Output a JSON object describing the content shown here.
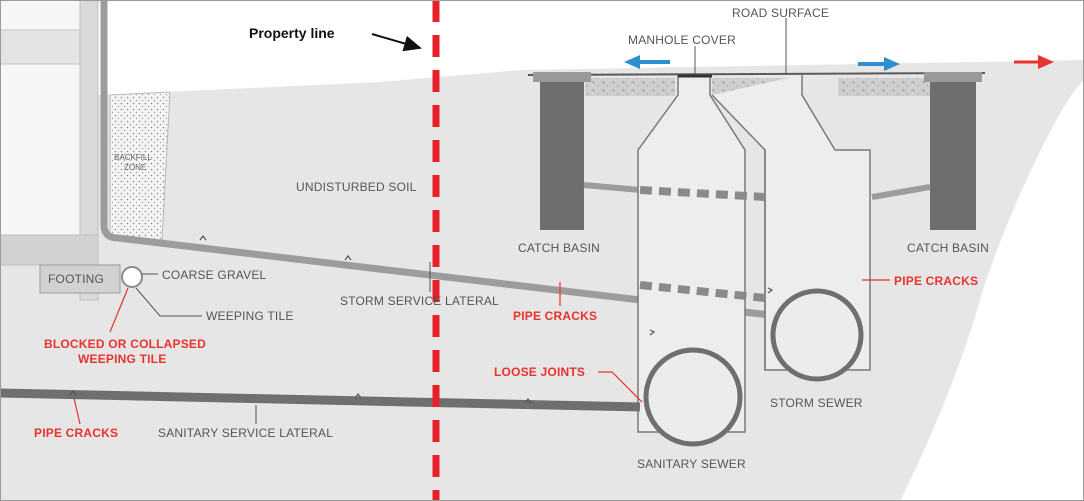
{
  "labels": {
    "property_line": "Property line",
    "road_surface": "ROAD SURFACE",
    "manhole_cover": "MANHOLE COVER",
    "backfill_zone_line1": "BACKFILL",
    "backfill_zone_line2": "ZONE",
    "undisturbed_soil": "UNDISTURBED SOIL",
    "catch_basin_left": "CATCH BASIN",
    "catch_basin_right": "CATCH BASIN",
    "footing": "FOOTING",
    "coarse_gravel": "COARSE GRAVEL",
    "weeping_tile": "WEEPING TILE",
    "storm_service_lateral": "STORM SERVICE LATERAL",
    "pipe_cracks_storm": "PIPE CRACKS",
    "pipe_cracks_right": "PIPE CRACKS",
    "pipe_cracks_sanitary": "PIPE CRACKS",
    "blocked_line1": "BLOCKED OR COLLAPSED",
    "blocked_line2": "WEEPING TILE",
    "loose_joints": "LOOSE JOINTS",
    "storm_sewer": "STORM SEWER",
    "sanitary_service_lateral": "SANITARY SERVICE LATERAL",
    "sanitary_sewer": "SANITARY SEWER"
  },
  "colors": {
    "soil": "#e6e6e6",
    "pipe": "#9c9c9c",
    "pipe_dark": "#6f6f6f",
    "catch_basin": "#6e6e6e",
    "property_line": "#e8202a",
    "arrow_blue": "#2d8fd0",
    "arrow_red": "#e8332f",
    "label_red": "#e8332f"
  }
}
